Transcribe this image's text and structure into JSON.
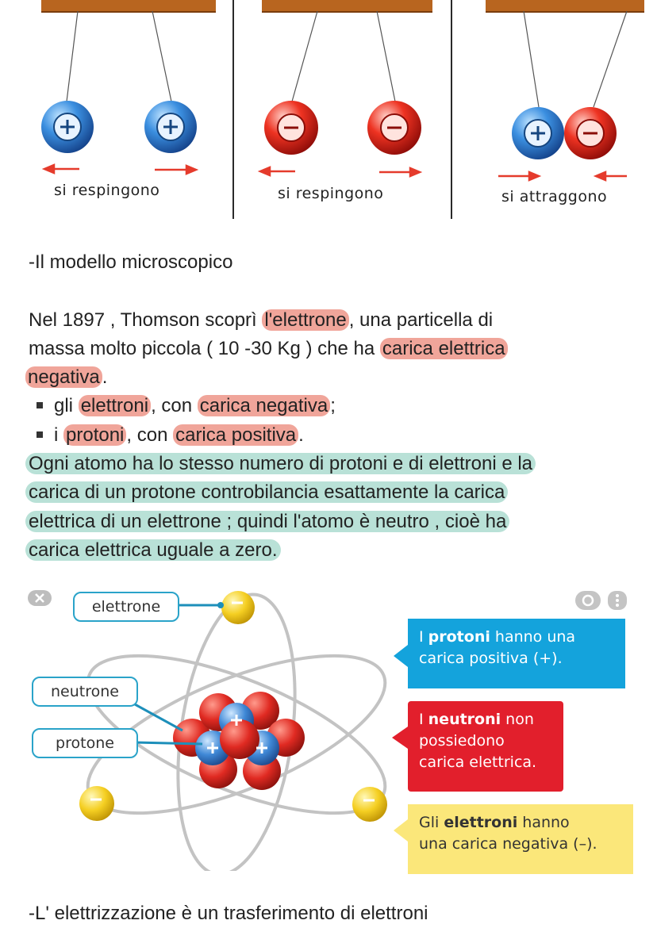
{
  "figure_charges": {
    "panels": [
      {
        "caption": "si respingono",
        "left_sign": "+",
        "right_sign": "+",
        "left_color": "blue",
        "right_color": "blue"
      },
      {
        "caption": "si respingono",
        "left_sign": "−",
        "right_sign": "−",
        "left_color": "red",
        "right_color": "red"
      },
      {
        "caption": "si attraggono",
        "left_sign": "+",
        "right_sign": "−",
        "left_color": "blue",
        "right_color": "red"
      }
    ],
    "colors": {
      "plate": "#b8651f",
      "arrow": "#e53b2c",
      "positive": "#2f7fd0",
      "negative": "#e0281c"
    }
  },
  "text": {
    "heading": "-Il modello microscopico",
    "p1_a": "Nel 1897 , Thomson scoprì ",
    "p1_hl1": "l'elettrone",
    "p1_b": ", una particella di",
    "p2_a": "massa molto piccola ( 10 -30 Kg ) che ha ",
    "p2_hl": "carica elettrica",
    "p3_hl": "negativa",
    "p3_b": ".",
    "b1_a": "gli ",
    "b1_hl1": "elettroni",
    "b1_b": ", con ",
    "b1_hl2": "carica negativa",
    "b1_c": ";",
    "b2_a": "i ",
    "b2_hl1": "protoni",
    "b2_b": ", con ",
    "b2_hl2": "carica positiva",
    "b2_c": ".",
    "g1": "Ogni atomo ha lo stesso numero di protoni e di elettroni e la",
    "g2": "carica di un protone controbilancia esattamente la carica",
    "g3": "elettrica  di un elettrone ; quindi l'atomo è neutro , cioè ha",
    "g4": "carica elettrica  uguale a zero.",
    "footer": "-L' elettrizzazione  è  un trasferimento di elettroni"
  },
  "atom": {
    "label_electron": "elettrone",
    "label_neutron": "neutrone",
    "label_proton": "protone",
    "box1_pre": "I ",
    "box1_bold": "protoni",
    "box1_post": " hanno una",
    "box1_line2": "carica positiva (+).",
    "box2_pre": "I ",
    "box2_bold": "neutroni",
    "box2_post": " non",
    "box2_line2": "possiedono",
    "box2_line3": "carica elettrica.",
    "box3_pre": "Gli ",
    "box3_bold": "elettroni",
    "box3_post": " hanno",
    "box3_line2": "una carica negativa (–).",
    "colors": {
      "protons_box": "#14a3dc",
      "neutrons_box": "#e21f2c",
      "electrons_box": "#fbe77a",
      "label_border": "#2aa3c9"
    }
  }
}
